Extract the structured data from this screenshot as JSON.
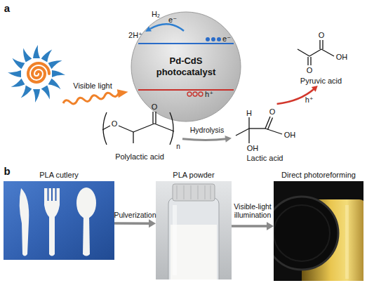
{
  "diagram": {
    "nodes": [
      {
        "text": [
          "Pd-CdS photocatalyst"
        ]
      },
      {
        "text": [
          "Pyruvic acid"
        ]
      },
      {
        "text": [
          "Polylactic acid"
        ]
      },
      {
        "text": [
          "Lactic acid"
        ]
      },
      {
        "text": [
          "PLA cutlery"
        ]
      },
      {
        "text": [
          "PLA powder"
        ]
      },
      {
        "text": [
          "Direct photoreforming"
        ]
      }
    ],
    "edges": [
      {
        "from": 2,
        "to": 3,
        "label": "Hydrolysis",
        "arrow": "to"
      },
      {
        "from": 3,
        "to": 1,
        "label": "h⁺",
        "arrow": "to"
      },
      {
        "from": 4,
        "to": 5,
        "label": "Pulverization",
        "arrow": "to"
      },
      {
        "from": 5,
        "to": 6,
        "label": "Visible-light illumination",
        "arrow": "to"
      }
    ],
    "labels": [
      "a",
      "2H⁺",
      "H₂",
      "e⁻",
      "Visible light",
      "e⁻",
      "h⁺",
      "O",
      "O",
      "OH",
      "O",
      "O",
      "n",
      "H",
      "O",
      "OH",
      "OH",
      "b"
    ]
  }
}
